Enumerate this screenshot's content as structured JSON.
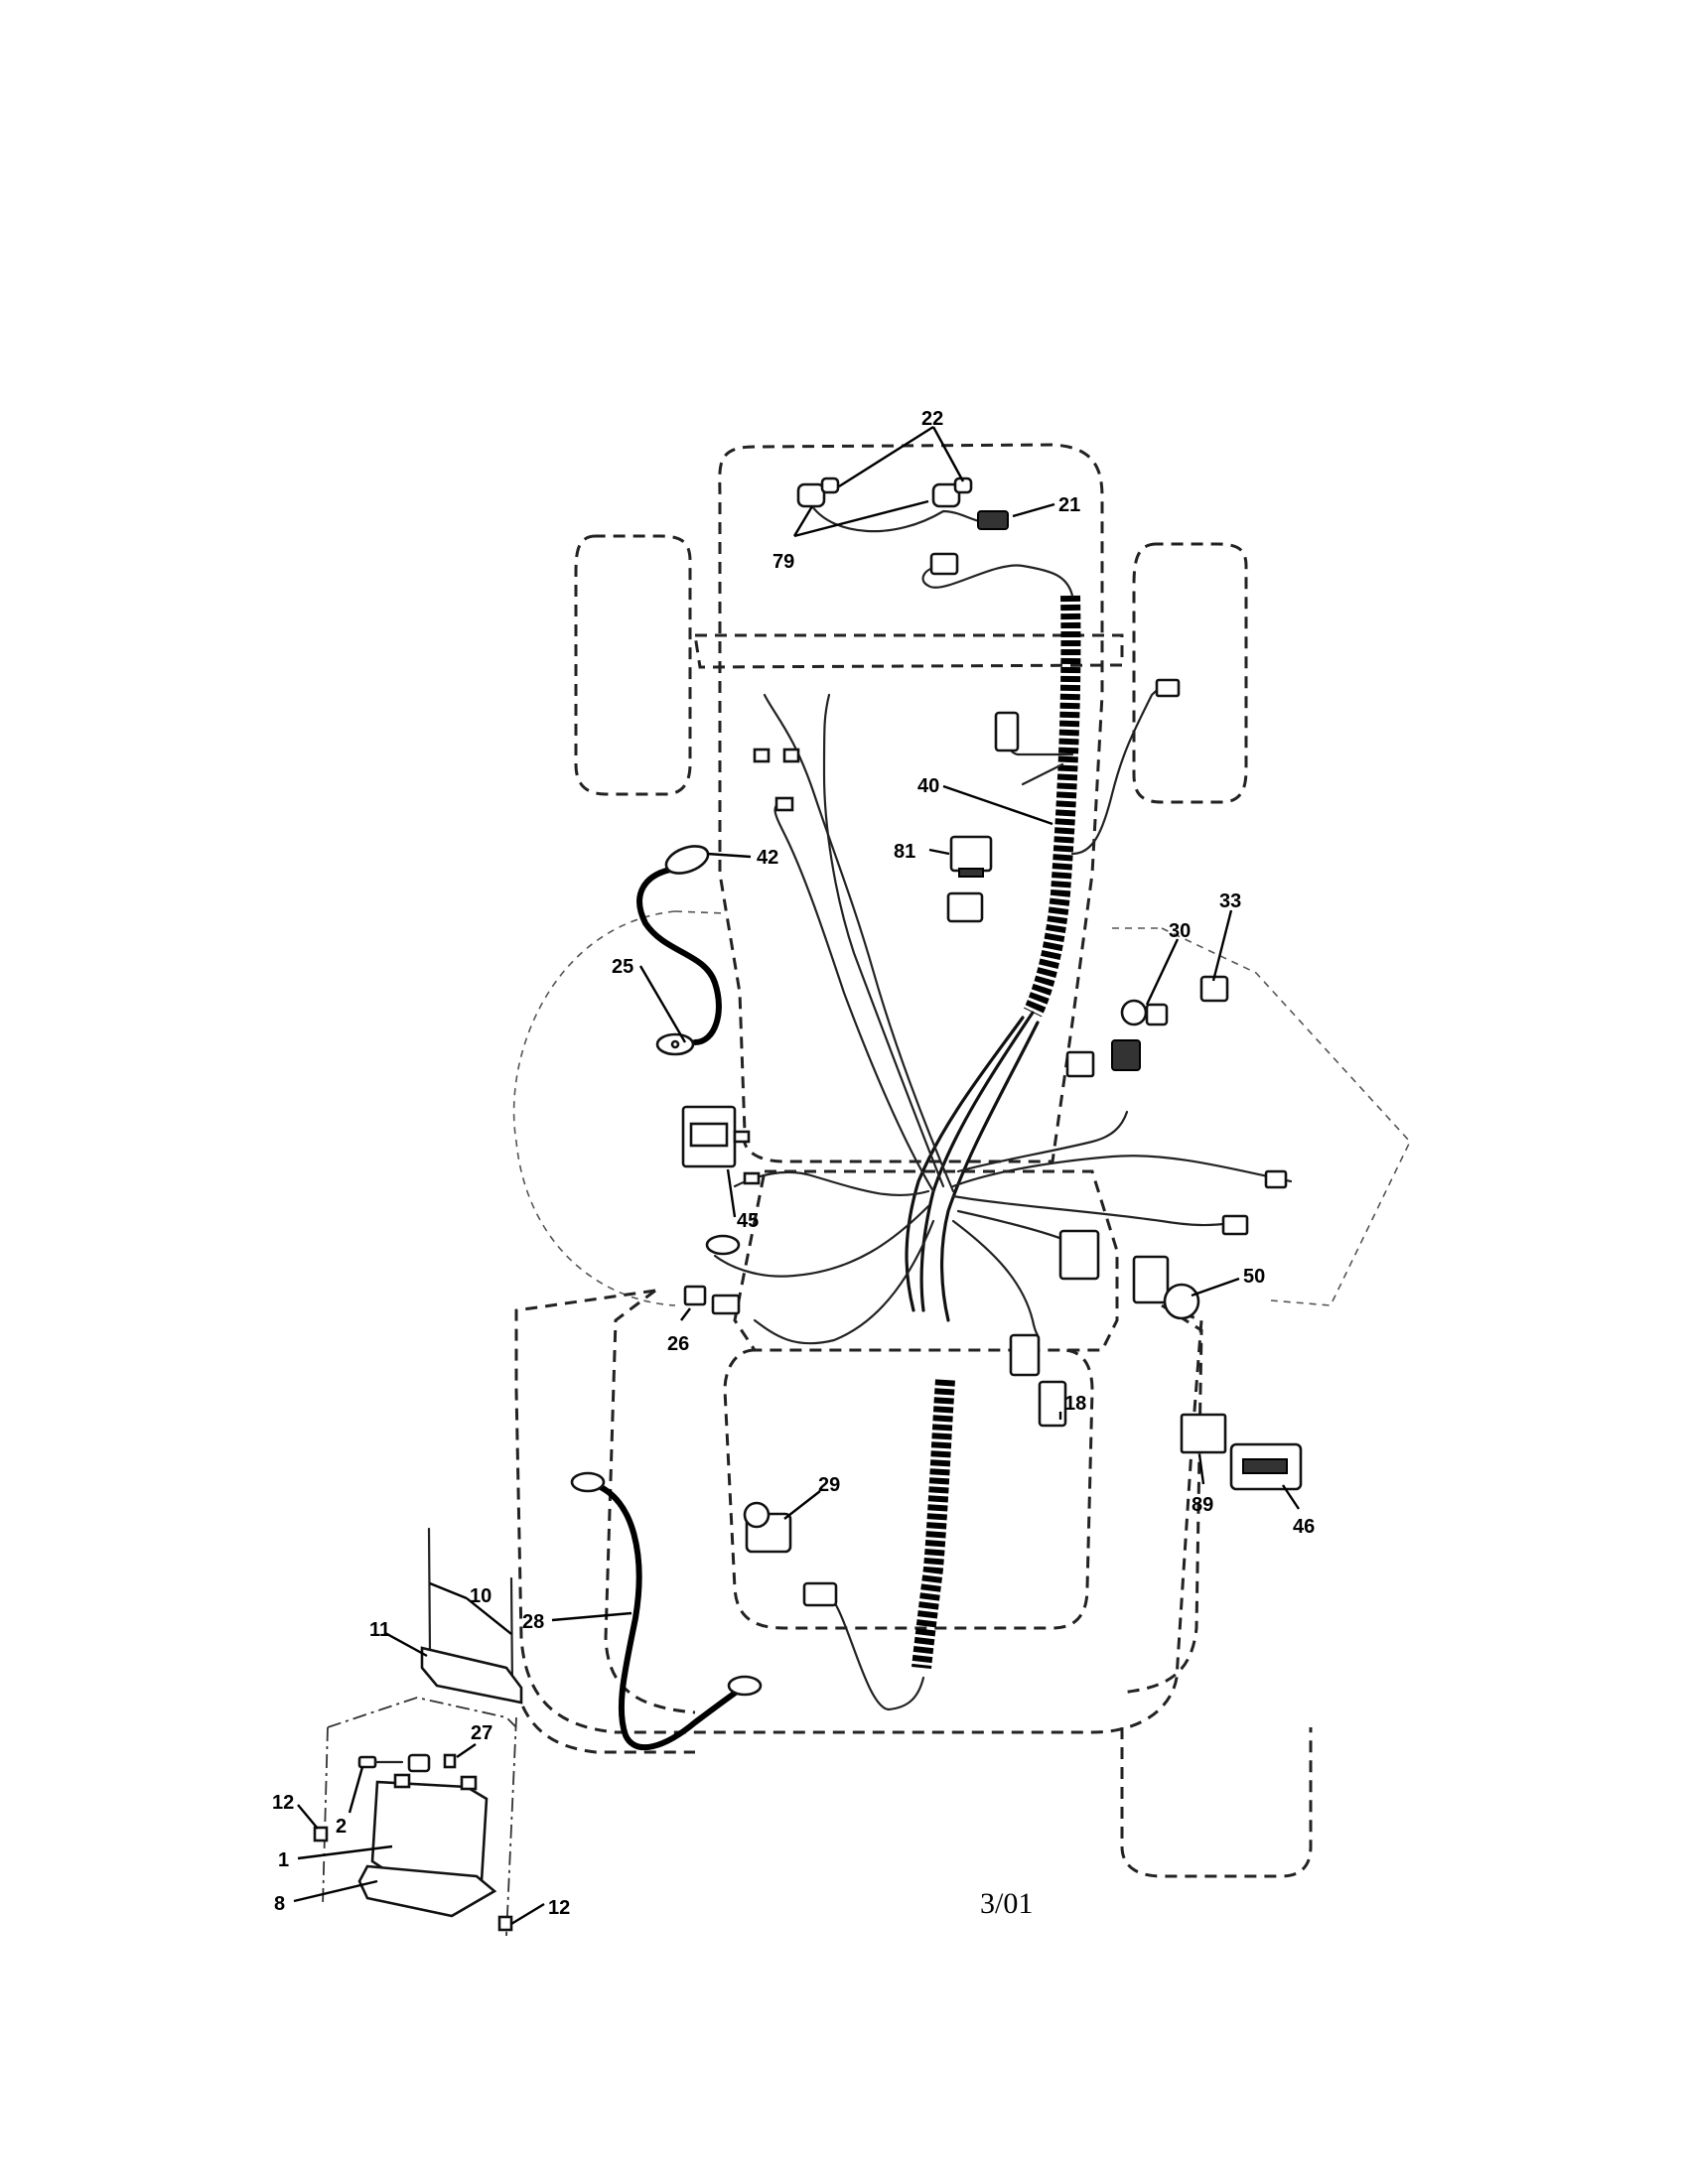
{
  "callouts": {
    "c22": "22",
    "c21": "21",
    "c79": "79",
    "c40": "40",
    "c81": "81",
    "c42": "42",
    "c25": "25",
    "c33": "33",
    "c30": "30",
    "c45": "45",
    "c50": "50",
    "c26": "26",
    "c18": "18",
    "c29": "29",
    "c89": "89",
    "c46": "46",
    "c10": "10",
    "c11": "11",
    "c28": "28",
    "c27": "27",
    "c12a": "12",
    "c2": "2",
    "c1": "1",
    "c8": "8",
    "c12b": "12"
  },
  "date_code": "3/01"
}
